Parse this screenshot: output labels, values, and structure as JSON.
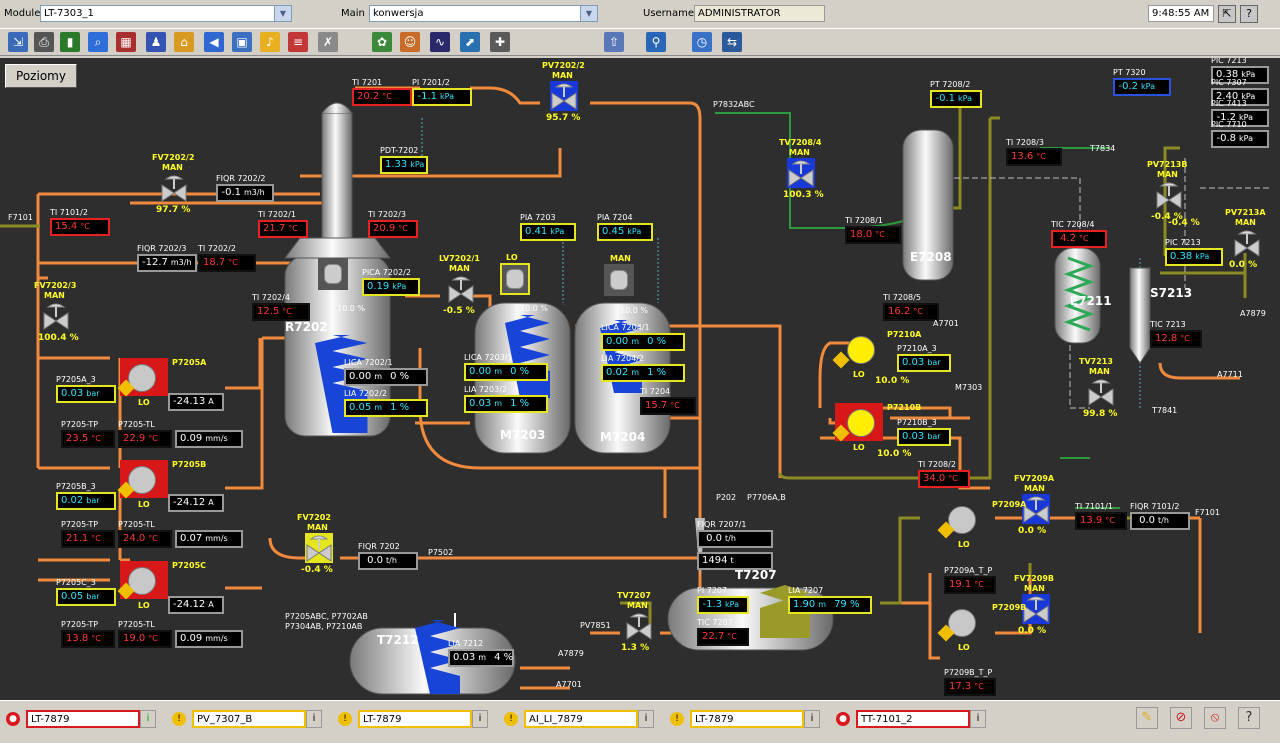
{
  "header": {
    "module_label": "Module",
    "module_value": "LT-7303_1",
    "main_label": "Main",
    "main_value": "konwersja",
    "username_label": "Username",
    "username_value": "ADMINISTRATOR",
    "time": "9:48:55 AM"
  },
  "toolbar_icons": [
    "start-icon",
    "print-icon",
    "columns-icon",
    "search-doc-icon",
    "trend-icon",
    "users-icon",
    "open-folder-icon",
    "back-arrow-icon",
    "window-icon",
    "bell-icon",
    "report-icon",
    "cancel-doc-icon",
    "plant-icon",
    "people-icon",
    "chart-icon",
    "graph-icon",
    "tools-icon",
    "export-icon",
    "zoom-icon",
    "clock-icon",
    "settings-icon"
  ],
  "process": {
    "button": "Poziomy",
    "eq": {
      "r7202": "R7202",
      "m7203": "M7203",
      "m7204": "M7204",
      "e7208": "E7208",
      "e7211": "E7211",
      "s7213": "S7213",
      "t7207": "T7207",
      "t7212": "T7212"
    },
    "pumps": {
      "p7205a": "P7205A",
      "p7205b": "P7205B",
      "p7205c": "P7205C",
      "p7210a": "P7210A",
      "p7210b": "P7210B",
      "p7209a": "P7209A",
      "p7209b": "P7209B"
    },
    "lines": {
      "f7101": "F7101",
      "f7101r": "F7101",
      "p7832": "P7832ABC",
      "t7834": "T7834",
      "a7701": "A7701",
      "m7303": "M7303",
      "t7841": "T7841",
      "a7711": "A7711",
      "a7879r": "A7879",
      "p7502": "P7502",
      "a7879": "A7879",
      "a7701b": "A7701",
      "pv7851": "PV7851",
      "p202": "P202",
      "p7706": "P7706A,B",
      "t7212src": "P7205ABC, P7702AB P7304AB, P7210AB"
    },
    "valves": {
      "fv7202_2": {
        "tag": "FV7202/2",
        "mode": "MAN",
        "pct": "97.7 %"
      },
      "fv7202_3": {
        "tag": "FV7202/3",
        "mode": "MAN",
        "pct": "100.4 %"
      },
      "pv7202_2": {
        "tag": "PV7202/2",
        "mode": "MAN",
        "pct": "95.7 %"
      },
      "lv7202_1": {
        "tag": "LV7202/1",
        "mode": "MAN",
        "pct": "-0.5 %"
      },
      "tv7208_4": {
        "tag": "TV7208/4",
        "mode": "MAN",
        "pct": "100.3 %"
      },
      "pv7213b": {
        "tag": "PV7213B",
        "mode": "MAN",
        "pct": "-0.4 %"
      },
      "pv7213a": {
        "tag": "PV7213A",
        "mode": "MAN",
        "pct": "0.0 %"
      },
      "tv7213": {
        "tag": "TV7213",
        "mode": "MAN",
        "pct": "99.8 %"
      },
      "fv7202": {
        "tag": "FV7202",
        "mode": "MAN",
        "pct": "-0.4 %"
      },
      "tv7207": {
        "tag": "TV7207",
        "mode": "MAN",
        "pct": "1.3 %"
      },
      "fv7209a": {
        "tag": "FV7209A",
        "mode": "MAN",
        "pct": "0.0 %"
      },
      "fv7209b": {
        "tag": "FV7209B",
        "mode": "MAN",
        "pct": "0.0 %"
      }
    },
    "mixers": {
      "m7203": "LO",
      "m7204": "MAN",
      "r7202": "10.0 %",
      "m7203p": "10.0 %",
      "m7204p": "10.0 %"
    },
    "lo": "LO",
    "pump_pct": "10.0 %",
    "m": {
      "ti7201": {
        "tag": "TI 7201",
        "v": "20.2",
        "u": "°C"
      },
      "pi7201_2": {
        "tag": "PI 7201/2",
        "v": "-1.1",
        "u": "kPa"
      },
      "pdt7202": {
        "tag": "PDT-7202",
        "v": "1.33",
        "u": "kPa"
      },
      "fiqr7202_2": {
        "tag": "FIQR 7202/2",
        "v": "-0.1",
        "u": "m3/h"
      },
      "ti7101_2": {
        "tag": "TI 7101/2",
        "v": "15.4",
        "u": "°C"
      },
      "ti7202_1": {
        "tag": "TI 7202/1",
        "v": "21.7",
        "u": "°C"
      },
      "ti7202_3": {
        "tag": "TI 7202/3",
        "v": "20.9",
        "u": "°C"
      },
      "fiqr7202_3": {
        "tag": "FIQR 7202/3",
        "v": "-12.7",
        "u": "m3/h"
      },
      "ti7202_2": {
        "tag": "TI 7202/2",
        "v": "18.7",
        "u": "°C"
      },
      "pica7202_2": {
        "tag": "PICA 7202/2",
        "v": "0.19",
        "u": "kPa"
      },
      "ti7202_4": {
        "tag": "TI 7202/4",
        "v": "12.5",
        "u": "°C"
      },
      "lica7202_1": {
        "tag": "LICA 7202/1",
        "v": "0.00",
        "u": "m",
        "p": "0 %"
      },
      "lia7202_2": {
        "tag": "LIA 7202/2",
        "v": "0.05",
        "u": "m",
        "p": "1 %"
      },
      "pia7203": {
        "tag": "PIA 7203",
        "v": "0.41",
        "u": "kPa"
      },
      "pia7204": {
        "tag": "PIA 7204",
        "v": "0.45",
        "u": "kPa"
      },
      "lica7203_1": {
        "tag": "LICA 7203/1",
        "v": "0.00",
        "u": "m",
        "p": "0 %"
      },
      "lia7203_2": {
        "tag": "LIA 7203/2",
        "v": "0.03",
        "u": "m",
        "p": "1 %"
      },
      "lica7204_1": {
        "tag": "LICA 7204/1",
        "v": "0.00",
        "u": "m",
        "p": "0 %"
      },
      "lia7204_2": {
        "tag": "LIA 7204/2",
        "v": "0.02",
        "u": "m",
        "p": "1 %"
      },
      "ti7204": {
        "tag": "TI 7204",
        "v": "15.7",
        "u": "°C"
      },
      "pt7208_2": {
        "tag": "PT 7208/2",
        "v": "-0.1",
        "u": "kPa"
      },
      "ti7208_3": {
        "tag": "TI 7208/3",
        "v": "13.6",
        "u": "°C"
      },
      "ti7208_1": {
        "tag": "TI 7208/1",
        "v": "18.0",
        "u": "°C"
      },
      "tic7208_4": {
        "tag": "TIC 7208/4",
        "v": "4.2",
        "u": "°C"
      },
      "ti7208_5": {
        "tag": "TI 7208/5",
        "v": "16.2",
        "u": "°C"
      },
      "pt7320": {
        "tag": "PT 7320",
        "v": "-0.2",
        "u": "kPa"
      },
      "pic7213a": {
        "tag": "PIC 7213",
        "v": "0.38",
        "u": "kPa"
      },
      "pic7307": {
        "tag": "PIC 7307",
        "v": "2.40",
        "u": "kPa"
      },
      "pic7413": {
        "tag": "PIC 7413",
        "v": "-1.2",
        "u": "kPa"
      },
      "pic7710": {
        "tag": "PIC 7710",
        "v": "-0.8",
        "u": "kPa"
      },
      "pic7213": {
        "tag": "PIC 7213",
        "v": "0.38",
        "u": "kPa"
      },
      "tic7213": {
        "tag": "TIC 7213",
        "v": "12.8",
        "u": "°C"
      },
      "p7210a3": {
        "tag": "P7210A_3",
        "v": "0.03",
        "u": "bar"
      },
      "p7210b3": {
        "tag": "P7210B_3",
        "v": "0.03",
        "u": "bar"
      },
      "ti7208_2": {
        "tag": "TI 7208/2",
        "v": "34.0",
        "u": "°C"
      },
      "ti7101_1": {
        "tag": "TI 7101/1",
        "v": "13.9",
        "u": "°C"
      },
      "fiqr7101_2": {
        "tag": "FIQR 7101/2",
        "v": "0.0",
        "u": "t/h"
      },
      "p7209atp": {
        "tag": "P7209A_T_P",
        "v": "19.1",
        "u": "°C"
      },
      "p7209btp": {
        "tag": "P7209B_T_P",
        "v": "17.3",
        "u": "°C"
      },
      "fiqr7207_1": {
        "tag": "FIQR 7207/1",
        "v": "0.0",
        "u": "t/h"
      },
      "fiqr7207t": {
        "tag": "",
        "v": "1494",
        "u": "t"
      },
      "pi7207": {
        "tag": "PI 7207",
        "v": "-1.3",
        "u": "kPa"
      },
      "tic7207": {
        "tag": "TIC 7207",
        "v": "22.7",
        "u": "°C"
      },
      "lia7207": {
        "tag": "LIA 7207",
        "v": "1.90",
        "u": "m",
        "p": "79 %"
      },
      "fiqr7202": {
        "tag": "FIQR 7202",
        "v": "0.0",
        "u": "t/h"
      },
      "lia7212": {
        "tag": "LIA 7212",
        "v": "0.03",
        "u": "m",
        "p": "4 %"
      },
      "p7205a3": {
        "tag": "P7205A_3",
        "v": "0.03",
        "u": "bar"
      },
      "p7205aa": {
        "tag": "",
        "v": "-24.13",
        "u": "A"
      },
      "p7205atp": {
        "tag": "P7205-TP",
        "v": "23.5",
        "u": "°C"
      },
      "p7205atl": {
        "tag": "P7205-TL",
        "v": "22.9",
        "u": "°C"
      },
      "p7205amm": {
        "tag": "",
        "v": "0.09",
        "u": "mm/s"
      },
      "p7205b3": {
        "tag": "P7205B_3",
        "v": "0.02",
        "u": "bar"
      },
      "p7205ba": {
        "tag": "",
        "v": "-24.12",
        "u": "A"
      },
      "p7205btp": {
        "tag": "P7205-TP",
        "v": "21.1",
        "u": "°C"
      },
      "p7205btl": {
        "tag": "P7205-TL",
        "v": "24.0",
        "u": "°C"
      },
      "p7205bmm": {
        "tag": "",
        "v": "0.07",
        "u": "mm/s"
      },
      "p7205c3": {
        "tag": "P7205C_3",
        "v": "0.05",
        "u": "bar"
      },
      "p7205ca": {
        "tag": "",
        "v": "-24.12",
        "u": "A"
      },
      "p7205ctp": {
        "tag": "P7205-TP",
        "v": "13.8",
        "u": "°C"
      },
      "p7205ctl": {
        "tag": "P7205-TL",
        "v": "19.0",
        "u": "°C"
      },
      "p7205cmm": {
        "tag": "",
        "v": "0.09",
        "u": "mm/s"
      }
    }
  },
  "alarms": [
    {
      "label": "LT-7879",
      "icon": "stop",
      "color": "#d8191e",
      "info": "i"
    },
    {
      "label": "PV_7307_B",
      "icon": "warning",
      "color": "#f0c000",
      "info": "i"
    },
    {
      "label": "LT-7879",
      "icon": "warning",
      "color": "#f0c000",
      "info": "i"
    },
    {
      "label": "AI_LI_7879",
      "icon": "warning",
      "color": "#f0c000",
      "info": "i"
    },
    {
      "label": "LT-7879",
      "icon": "warning",
      "color": "#f0c000",
      "info": "i"
    },
    {
      "label": "TT-7101_2",
      "icon": "stop",
      "color": "#d8191e",
      "info": "i"
    }
  ],
  "status_icons": [
    "acknowledge-icon",
    "silence-icon",
    "disable-icon",
    "help-icon"
  ],
  "help": "?"
}
